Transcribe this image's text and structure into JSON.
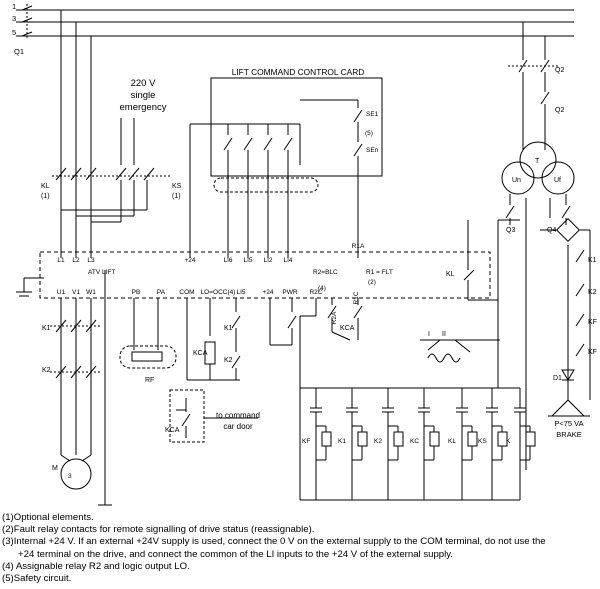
{
  "supply": {
    "phases": [
      "1",
      "3",
      "5"
    ],
    "breaker": "Q1"
  },
  "emergency": {
    "line1": "220 V",
    "line2": "single",
    "line3": "emergency"
  },
  "card": {
    "title": "LIFT COMMAND CONTROL CARD",
    "se1": "SE1",
    "sen": "SEn",
    "safety_note": "(5)"
  },
  "contactors": {
    "kl": "KL",
    "kl_note": "(1)",
    "ks": "KS",
    "ks_note": "(1)"
  },
  "drive": {
    "title": "ATV LIFT",
    "top_terminals": [
      "L1",
      "L2",
      "L3",
      "+24",
      "LI6",
      "LI5",
      "LI2",
      "LI4",
      "R1A"
    ],
    "bottom_terminals": [
      "U1",
      "V1",
      "W1",
      "PB",
      "PA",
      "COM",
      "LO=OCC(4)",
      "LI5",
      "+24",
      "PWR",
      "R2C",
      "R2A",
      "R1C"
    ],
    "r2_label": "R2=BLC",
    "r2_note": "(4)",
    "r1_label": "R1 = FLT",
    "r1_note": "(2)"
  },
  "motor_side": {
    "k1": "K1",
    "k2": "K2",
    "rf": "RF",
    "motor": "M",
    "motor_phase": "3",
    "kca": "KCA",
    "to_door_line1": "to command",
    "to_door_line2": "car door"
  },
  "brake": {
    "q2": "Q2",
    "q3": "Q3",
    "q4": "Q4",
    "un": "Un",
    "uf": "Uf",
    "transformer": "T",
    "d1": "D1",
    "rating": "P<75 VA",
    "label": "BRAKE",
    "kl_contact": "KL",
    "roman": [
      "I",
      "II"
    ],
    "right_labels": [
      "K1",
      "K2",
      "KF",
      "KF"
    ]
  },
  "relay_coils": [
    "KF",
    "K1",
    "K2",
    "KC",
    "KL",
    "KS",
    "K"
  ],
  "notes": [
    "(1)Optional elements.",
    "(2)Fault relay contacts for remote signalling of drive status (reassignable).",
    "(3)Internal +24 V. If an external +24V supply is used, connect the 0 V on the external supply to the COM terminal, do not use the",
    "+24 terminal on the drive, and connect the common of the LI inputs to the +24 V of the external supply.",
    "(4)  Assignable relay R2 and logic output LO.",
    "(5)Safety circuit."
  ]
}
